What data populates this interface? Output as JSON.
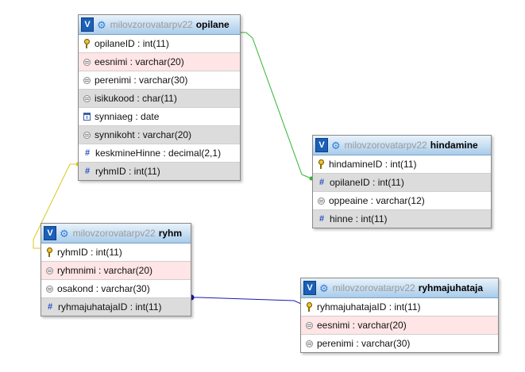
{
  "colors": {
    "link_green": "#2db52d",
    "link_yellow": "#d9c81f",
    "link_blue": "#1a1ab0",
    "row_odd": "#ffffff",
    "row_even": "#dcdcdc",
    "row_highlight": "#ffe5e5"
  },
  "toggle_label": "V",
  "tables": {
    "opilane": {
      "db": "milovzorovatarpv22",
      "name": "opilane",
      "columns": [
        {
          "icon": "key-icon",
          "text": "opilaneID : int(11)"
        },
        {
          "icon": "string-icon",
          "text": "eesnimi : varchar(20)"
        },
        {
          "icon": "string-icon",
          "text": "perenimi : varchar(30)"
        },
        {
          "icon": "string-icon",
          "text": "isikukood : char(11)"
        },
        {
          "icon": "date-icon",
          "text": "synniaeg : date"
        },
        {
          "icon": "string-icon",
          "text": "synnikoht : varchar(20)"
        },
        {
          "icon": "number-icon",
          "text": "keskmineHinne : decimal(2,1)"
        },
        {
          "icon": "number-icon",
          "text": "ryhmID : int(11)"
        }
      ]
    },
    "hindamine": {
      "db": "milovzorovatarpv22",
      "name": "hindamine",
      "columns": [
        {
          "icon": "key-icon",
          "text": "hindamineID : int(11)"
        },
        {
          "icon": "number-icon",
          "text": "opilaneID : int(11)"
        },
        {
          "icon": "string-icon",
          "text": "oppeaine : varchar(12)"
        },
        {
          "icon": "number-icon",
          "text": "hinne : int(11)"
        }
      ]
    },
    "ryhm": {
      "db": "milovzorovatarpv22",
      "name": "ryhm",
      "columns": [
        {
          "icon": "key-icon",
          "text": "ryhmID : int(11)"
        },
        {
          "icon": "string-icon",
          "text": "ryhmnimi : varchar(20)"
        },
        {
          "icon": "string-icon",
          "text": "osakond : varchar(30)"
        },
        {
          "icon": "number-icon",
          "text": "ryhmajuhatajaID : int(11)"
        }
      ]
    },
    "ryhmajuhataja": {
      "db": "milovzorovatarpv22",
      "name": "ryhmajuhataja",
      "columns": [
        {
          "icon": "key-icon",
          "text": "ryhmajuhatajaID : int(11)"
        },
        {
          "icon": "string-icon",
          "text": "eesnimi : varchar(20)"
        },
        {
          "icon": "string-icon",
          "text": "perenimi : varchar(30)"
        }
      ]
    }
  }
}
